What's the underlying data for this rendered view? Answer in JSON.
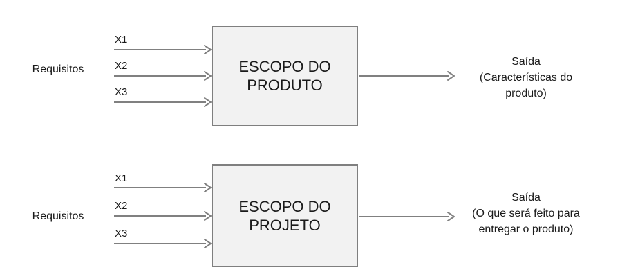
{
  "colors": {
    "bg": "#ffffff",
    "box-fill": "#f2f2f2",
    "box-border": "#7f7f7f",
    "arrow": "#808080",
    "ink": "#1a1a1a"
  },
  "diagrams": [
    {
      "input_label": "Requisitos",
      "inputs": [
        "X1",
        "X2",
        "X3"
      ],
      "box": {
        "line1": "ESCOPO DO",
        "line2": "PRODUTO"
      },
      "output": {
        "line1": "Saída",
        "line2": "(Características do",
        "line3": "produto)"
      }
    },
    {
      "input_label": "Requisitos",
      "inputs": [
        "X1",
        "X2",
        "X3"
      ],
      "box": {
        "line1": "ESCOPO DO",
        "line2": "PROJETO"
      },
      "output": {
        "line1": "Saída",
        "line2": "(O que será feito para",
        "line3": "entregar o produto)"
      }
    }
  ]
}
